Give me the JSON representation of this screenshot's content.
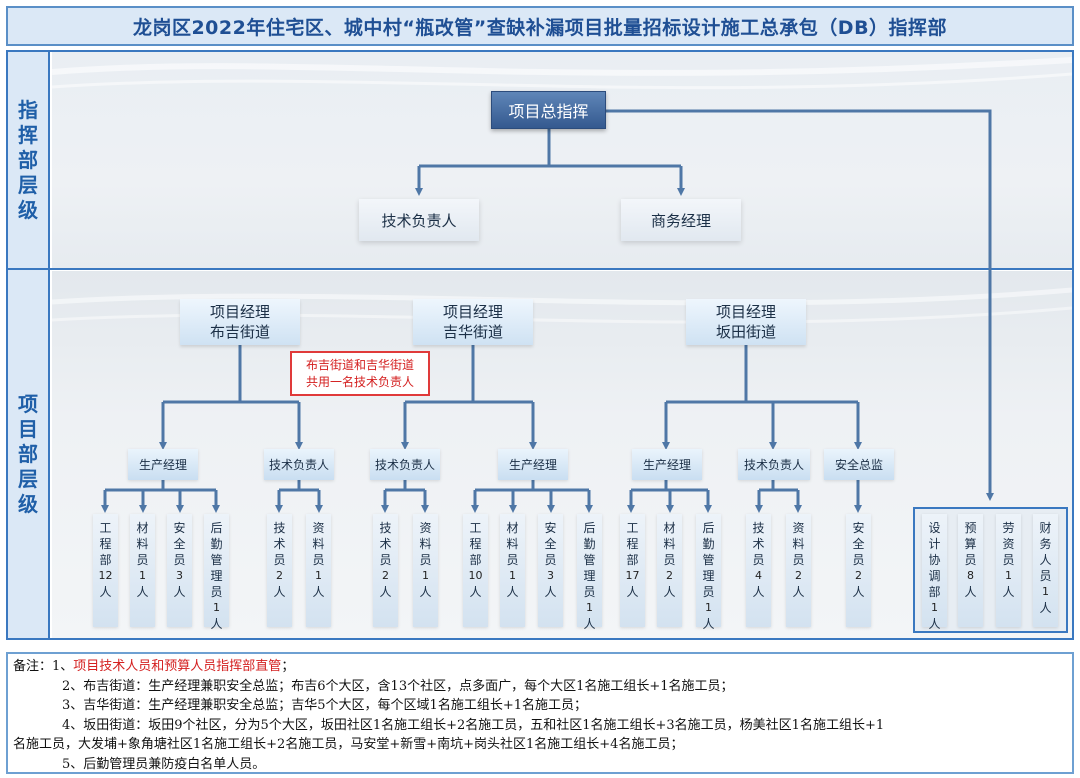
{
  "title": "龙岗区2022年住宅区、城中村“瓶改管”查缺补漏项目批量招标设计施工总承包（DB）指挥部",
  "left_labels": {
    "hq": [
      "指",
      "挥",
      "部",
      "层",
      "级"
    ],
    "project": [
      "项",
      "目",
      "部",
      "层",
      "级"
    ]
  },
  "hq": {
    "commander": "项目总指挥",
    "tech_lead": "技术负责人",
    "business_manager": "商务经理"
  },
  "districts": [
    {
      "title_l1": "项目经理",
      "title_l2": "布吉街道"
    },
    {
      "title_l1": "项目经理",
      "title_l2": "吉华街道"
    },
    {
      "title_l1": "项目经理",
      "title_l2": "坂田街道"
    }
  ],
  "shared_note": {
    "line1": "布吉街道和吉华街道",
    "line2": "共用一名技术负责人"
  },
  "managers": {
    "buji_production": "生产经理",
    "buji_tech": "技术负责人",
    "jihua_tech": "技术负责人",
    "jihua_production": "生产经理",
    "bantian_production": "生产经理",
    "bantian_tech": "技术负责人",
    "bantian_safety": "安全总监"
  },
  "leaves": [
    {
      "chars": [
        "工",
        "程",
        "部"
      ],
      "count": "12",
      "unit": "人"
    },
    {
      "chars": [
        "材",
        "料",
        "员"
      ],
      "count": "1",
      "unit": "人"
    },
    {
      "chars": [
        "安",
        "全",
        "员"
      ],
      "count": "3",
      "unit": "人"
    },
    {
      "chars": [
        "后",
        "勤",
        "管",
        "理",
        "员"
      ],
      "count": "1",
      "unit": "人"
    },
    {
      "chars": [
        "技",
        "术",
        "员"
      ],
      "count": "2",
      "unit": "人"
    },
    {
      "chars": [
        "资",
        "料",
        "员"
      ],
      "count": "1",
      "unit": "人"
    },
    {
      "chars": [
        "技",
        "术",
        "员"
      ],
      "count": "2",
      "unit": "人"
    },
    {
      "chars": [
        "资",
        "料",
        "员"
      ],
      "count": "1",
      "unit": "人"
    },
    {
      "chars": [
        "工",
        "程",
        "部"
      ],
      "count": "10",
      "unit": "人"
    },
    {
      "chars": [
        "材",
        "料",
        "员"
      ],
      "count": "1",
      "unit": "人"
    },
    {
      "chars": [
        "安",
        "全",
        "员"
      ],
      "count": "3",
      "unit": "人"
    },
    {
      "chars": [
        "后",
        "勤",
        "管",
        "理",
        "员"
      ],
      "count": "1",
      "unit": "人"
    },
    {
      "chars": [
        "工",
        "程",
        "部"
      ],
      "count": "17",
      "unit": "人"
    },
    {
      "chars": [
        "材",
        "料",
        "员"
      ],
      "count": "2",
      "unit": "人"
    },
    {
      "chars": [
        "后",
        "勤",
        "管",
        "理",
        "员"
      ],
      "count": "1",
      "unit": "人"
    },
    {
      "chars": [
        "技",
        "术",
        "员"
      ],
      "count": "4",
      "unit": "人"
    },
    {
      "chars": [
        "资",
        "料",
        "员"
      ],
      "count": "2",
      "unit": "人"
    },
    {
      "chars": [
        "安",
        "全",
        "员"
      ],
      "count": "2",
      "unit": "人"
    },
    {
      "chars": [
        "设",
        "计",
        "协",
        "调",
        "部"
      ],
      "count": "1",
      "unit": "人"
    },
    {
      "chars": [
        "预",
        "算",
        "员"
      ],
      "count": "8",
      "unit": "人"
    },
    {
      "chars": [
        "劳",
        "资",
        "员"
      ],
      "count": "1",
      "unit": "人"
    },
    {
      "chars": [
        "财",
        "务",
        "人",
        "员"
      ],
      "count": "1",
      "unit": "人"
    }
  ],
  "notes": {
    "label": "备注：",
    "n1_prefix": "1、",
    "n1_red": "项目技术人员和预算人员指挥部直管",
    "n1_suffix": "；",
    "n2": "2、布吉街道：生产经理兼职安全总监；布吉6个大区，含13个社区，点多面广，每个大区1名施工组长+1名施工员；",
    "n3": "3、吉华街道：生产经理兼职安全总监；吉华5个大区，每个区域1名施工组长+1名施工员；",
    "n4a": "4、坂田街道：坂田9个社区，分为5个大区，坂田社区1名施工组长+2名施工员，五和社区1名施工组长+3名施工员，杨美社区1名施工组长+1",
    "n4b": "名施工员，大发埔+象角塘社区1名施工组长+2名施工员，马安堂+新雪+南坑+岗头社区1名施工组长+4名施工员；",
    "n5": "5、后勤管理员兼防疫白名单人员。"
  },
  "colors": {
    "frame": "#3a78c0",
    "connector": "#4f77a6",
    "title_text": "#1f4f94",
    "note_red": "#d42020"
  }
}
